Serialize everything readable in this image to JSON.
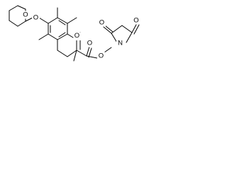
{
  "diagram": {
    "type": "chemical-structure",
    "atom_labels": {
      "tetrahydropyran_oxygen": "O",
      "ether_oxygen": "O",
      "chroman_ring_oxygen": "O",
      "ester_carbonyl_oxygen": "O",
      "ester_oxygen": "O",
      "succinimide_carbonyl_top_oxygen": "O",
      "succinimide_carbonyl_bottom_oxygen": "O",
      "succinimide_nitrogen": "N"
    },
    "colors": {
      "bond": "#000000",
      "label": "#000000",
      "background": "#ffffff"
    }
  }
}
